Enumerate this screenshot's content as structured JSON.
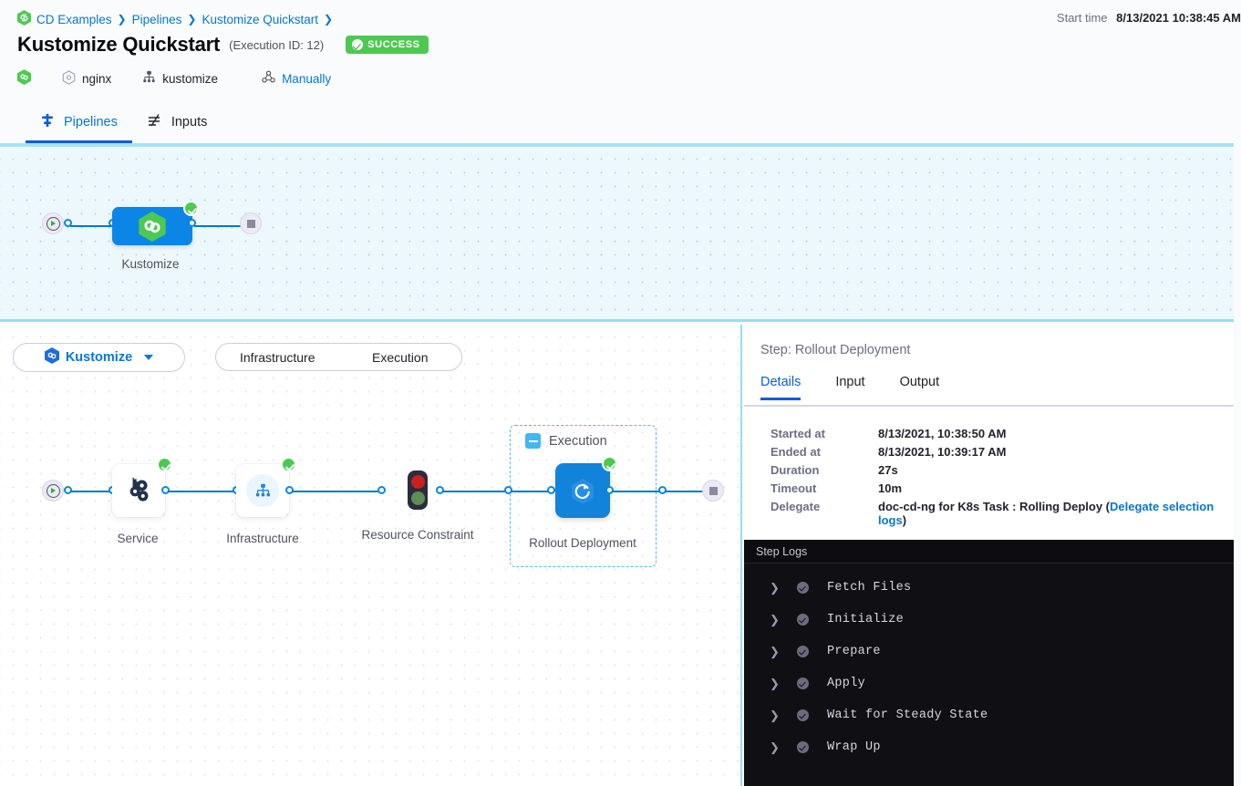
{
  "header": {
    "breadcrumb": [
      {
        "label": "CD Examples",
        "icon": "harness-hex-icon"
      },
      {
        "label": "Pipelines",
        "icon": null
      },
      {
        "label": "Kustomize Quickstart",
        "icon": null
      }
    ],
    "start_time_label": "Start time",
    "start_time_value": "8/13/2021 10:38:45 AM",
    "title": "Kustomize Quickstart",
    "execution_id": "(Execution ID: 12)",
    "status_badge": "SUCCESS",
    "status_color": "#4dc952",
    "meta": [
      {
        "label": "nginx",
        "icon": "service-hex-icon",
        "link": false
      },
      {
        "label": "kustomize",
        "icon": "infra-cluster-icon",
        "link": false
      },
      {
        "label": "Manually",
        "icon": "trigger-icon",
        "link": true
      }
    ]
  },
  "tabs": [
    {
      "label": "Pipelines",
      "icon": "pipeline-icon",
      "active": true
    },
    {
      "label": "Inputs",
      "icon": "inputs-icon",
      "active": false
    }
  ],
  "pipeline_graph": {
    "start_node": "start-icon",
    "end_node": "stop-icon",
    "stage": {
      "label": "Kustomize",
      "status": "success",
      "icon": "harness-hex-icon"
    }
  },
  "stage_selector": {
    "stage_label": "Kustomize",
    "segments": [
      "Infrastructure",
      "Execution"
    ]
  },
  "stage_graph": {
    "nodes": [
      {
        "label": "Service",
        "icon": "gears-icon",
        "status": "success"
      },
      {
        "label": "Infrastructure",
        "icon": "cluster-icon",
        "status": "success"
      },
      {
        "label": "Resource Constraint",
        "icon": "traffic-light-icon",
        "status": "none"
      },
      {
        "label": "Rollout Deployment",
        "icon": "rollout-icon",
        "status": "success"
      }
    ],
    "group": {
      "label": "Execution",
      "collapse_icon": "minus-icon"
    }
  },
  "right_panel": {
    "step_title": "Step: Rollout Deployment",
    "tabs": [
      {
        "label": "Details",
        "active": true
      },
      {
        "label": "Input",
        "active": false
      },
      {
        "label": "Output",
        "active": false
      }
    ],
    "details": [
      {
        "key": "Started at",
        "value": "8/13/2021, 10:38:50 AM"
      },
      {
        "key": "Ended at",
        "value": "8/13/2021, 10:39:17 AM"
      },
      {
        "key": "Duration",
        "value": "27s"
      },
      {
        "key": "Timeout",
        "value": "10m"
      },
      {
        "key": "Delegate",
        "value": "doc-cd-ng for K8s Task : Rolling Deploy (",
        "link": "Delegate selection logs",
        "value_suffix": ")"
      }
    ],
    "logs": {
      "title": "Step Logs",
      "rows": [
        {
          "label": "Fetch Files",
          "status": "success"
        },
        {
          "label": "Initialize",
          "status": "success"
        },
        {
          "label": "Prepare",
          "status": "success"
        },
        {
          "label": "Apply",
          "status": "success"
        },
        {
          "label": "Wait for Steady State",
          "status": "success"
        },
        {
          "label": "Wrap Up",
          "status": "success"
        }
      ]
    }
  }
}
